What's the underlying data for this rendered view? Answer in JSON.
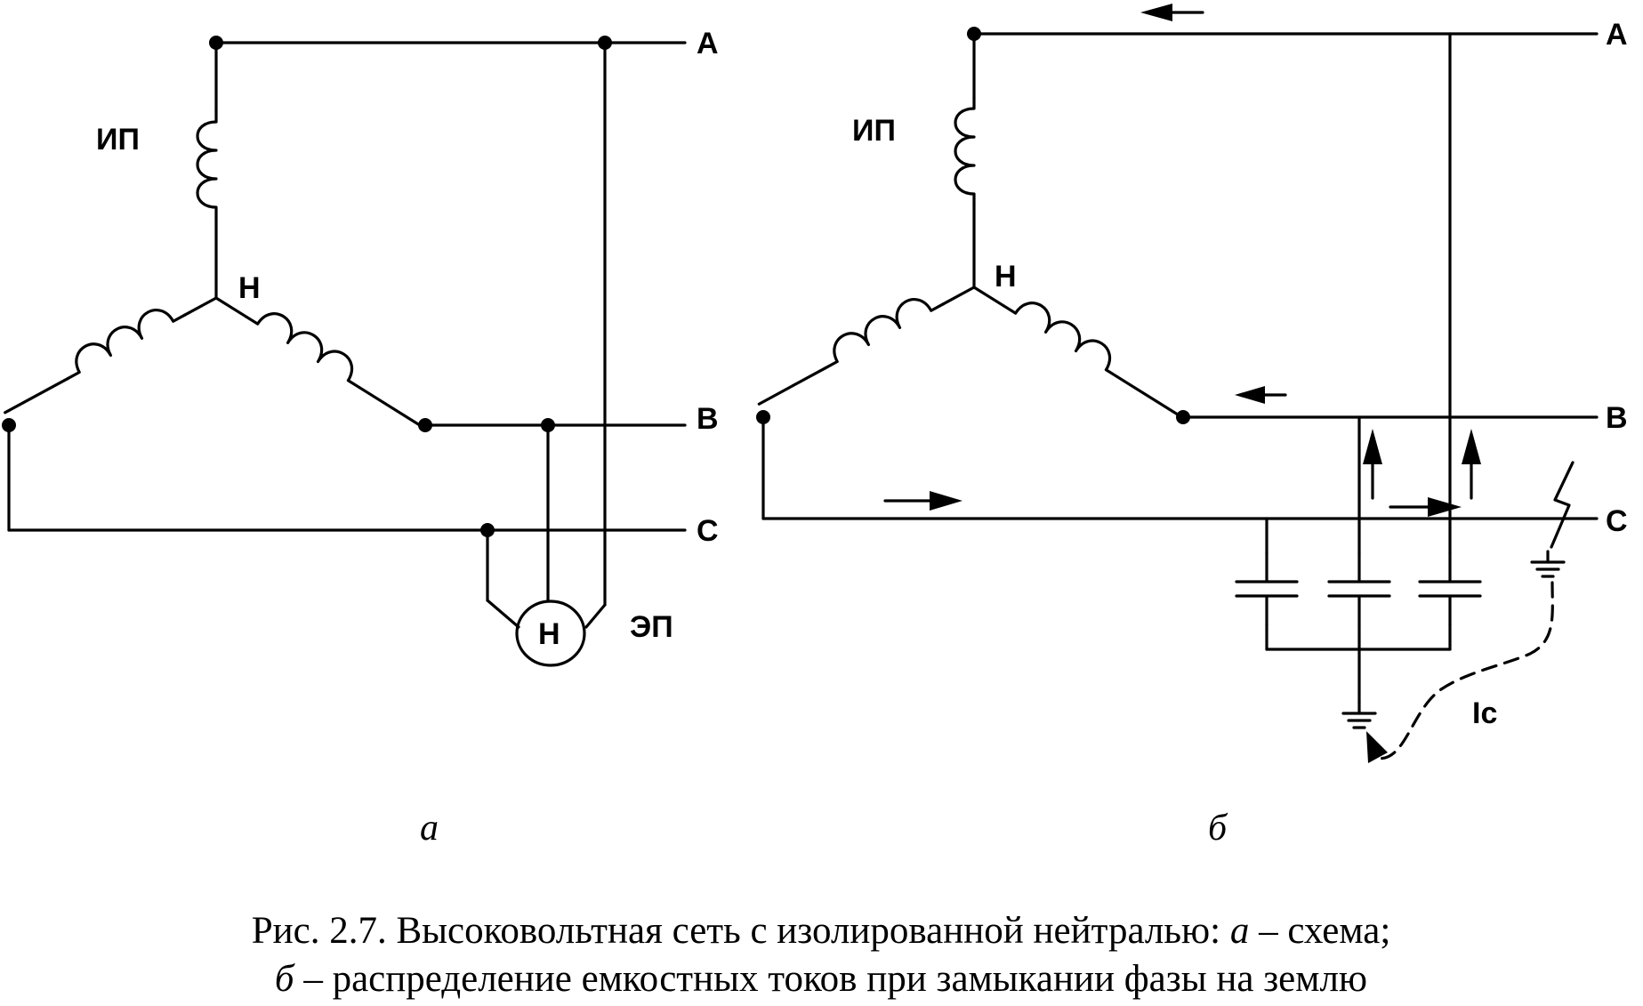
{
  "panel_a": {
    "label_source": "ИП",
    "label_neutral": "Н",
    "label_phase_a": "A",
    "label_phase_b": "B",
    "label_phase_c": "C",
    "label_motor": "Н",
    "label_receiver": "ЭП",
    "sublabel": "а"
  },
  "panel_b": {
    "label_source": "ИП",
    "label_neutral": "Н",
    "label_phase_a": "A",
    "label_phase_b": "B",
    "label_phase_c": "C",
    "label_current": "Ic",
    "sublabel": "б"
  },
  "caption": {
    "line1_prefix": "Рис. 2.7. Высоковольтная сеть с изолированной нейтралью: ",
    "line1_italic": "а",
    "line1_suffix": " – схема;",
    "line2_italic": "б",
    "line2_suffix": " – распределение емкостных токов при замыкании фазы на землю"
  }
}
